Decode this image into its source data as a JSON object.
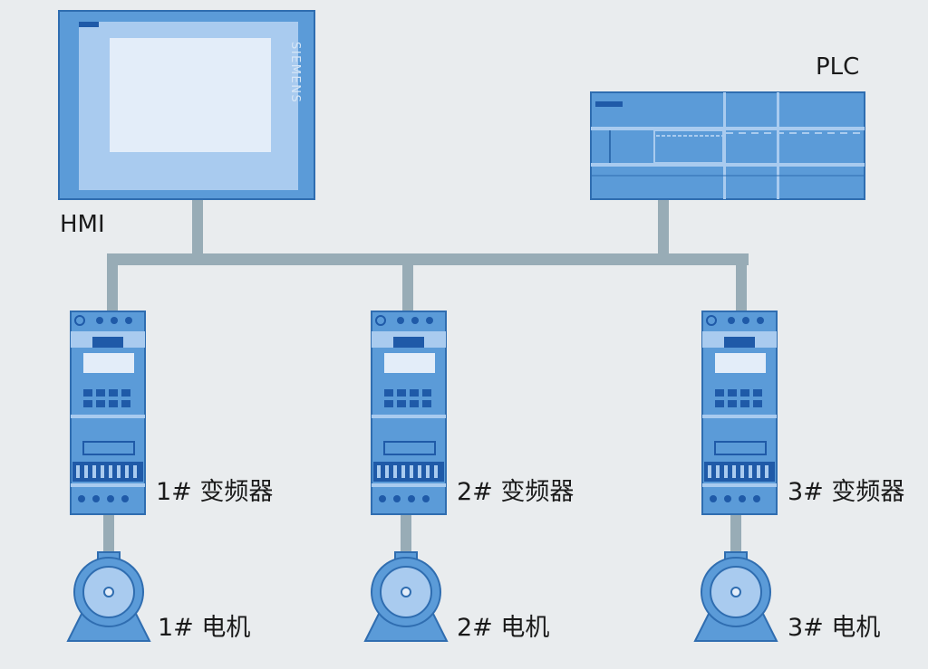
{
  "hmi": {
    "label": "HMI",
    "brand": "SIEMENS"
  },
  "plc": {
    "label": "PLC"
  },
  "drives": [
    {
      "label": "1# 变频器"
    },
    {
      "label": "2# 变频器"
    },
    {
      "label": "3# 变频器"
    }
  ],
  "motors": [
    {
      "label": "1# 电机"
    },
    {
      "label": "2# 电机"
    },
    {
      "label": "3# 电机"
    }
  ],
  "colors": {
    "background": "#e9ecee",
    "device_blue": "#5b9bd8",
    "device_light": "#a9cbef",
    "device_outline": "#2f6db0",
    "screen": "#e3edf9",
    "bus_gray": "#98acb6"
  }
}
